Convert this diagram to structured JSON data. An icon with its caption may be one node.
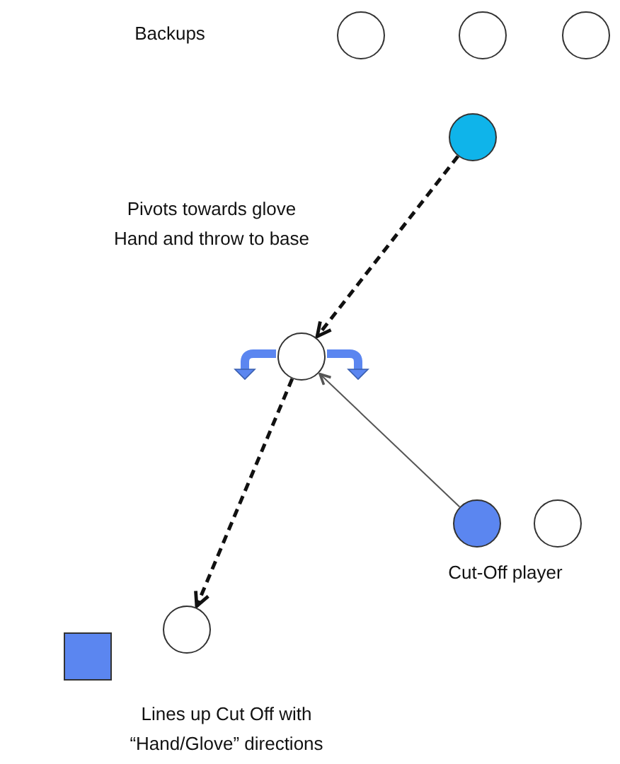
{
  "diagram": {
    "nodes": [
      {
        "text": [],
        "shape": "circle"
      },
      {
        "text": [],
        "shape": "circle"
      },
      {
        "text": [],
        "shape": "circle"
      },
      {
        "text": [],
        "shape": "circle"
      },
      {
        "text": [],
        "shape": "circle"
      },
      {
        "text": [],
        "shape": "circle",
        "beside": [
          "Cut-Off player"
        ]
      },
      {
        "text": [],
        "shape": "circle"
      },
      {
        "text": [],
        "shape": "box"
      },
      {
        "text": [],
        "shape": "circle",
        "beside": [
          "Lines up Cut Off with “Hand/Glove” directions"
        ]
      }
    ],
    "edges": [
      {
        "from": 3,
        "to": 4,
        "arrow": "to",
        "style": "dashed"
      },
      {
        "from": 4,
        "to": 8,
        "arrow": "to",
        "style": "dashed"
      },
      {
        "from": 5,
        "to": 4,
        "arrow": "to"
      }
    ],
    "labels": [
      "Backups",
      "Pivots towards glove Hand and throw to base"
    ]
  }
}
